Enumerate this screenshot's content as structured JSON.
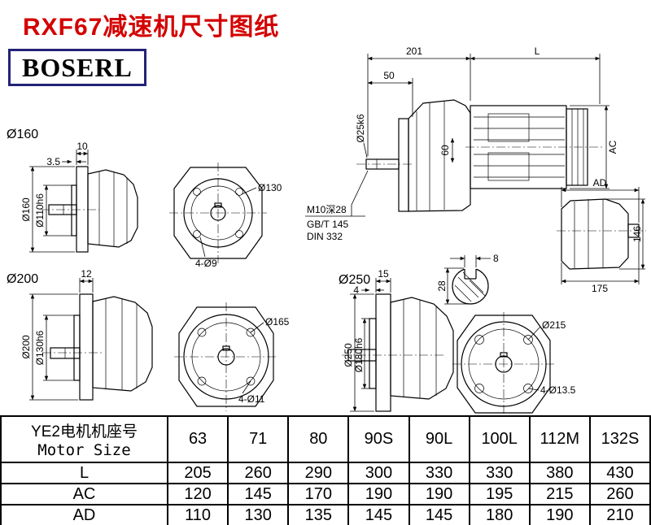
{
  "title": "RXF67减速机尺寸图纸",
  "logo": {
    "text": "BOSERL"
  },
  "colors": {
    "title_red": "#d40000",
    "logo_border": "#232377",
    "line": "#000000"
  },
  "views": {
    "v160": {
      "label": "Ø160",
      "flange_width": "10",
      "spigot_depth": "3.5",
      "outer_dia": "Ø160",
      "spigot_dia": "Ø110h6"
    },
    "front160": {
      "bolt_circle": "Ø130",
      "holes": "4-Ø9"
    },
    "assembly": {
      "len_front": "201",
      "len_motor": "L",
      "len_shaft": "50",
      "shaft_dia": "Ø25k6",
      "height_60": "60",
      "dim_ac": "AC",
      "thread_note": "M10深28",
      "std_gb": "GB/T 145",
      "std_din": "DIN 332"
    },
    "sideAD": {
      "dim_ad": "AD",
      "height": "146",
      "width": "175"
    },
    "v200": {
      "label": "Ø200",
      "flange_width": "12",
      "outer_dia": "Ø200",
      "spigot_dia": "Ø130h6"
    },
    "front200": {
      "bolt_circle": "Ø165",
      "holes": "4-Ø11"
    },
    "keyway": {
      "width": "8",
      "height": "28"
    },
    "v250": {
      "label": "Ø250",
      "flange_width": "15",
      "spigot_depth": "4",
      "outer_dia": "Ø250",
      "spigot_dia": "Ø180h6"
    },
    "front250": {
      "bolt_circle": "Ø215",
      "holes": "4-Ø13.5"
    }
  },
  "table": {
    "header_line1": "YE2电机机座号",
    "header_line2": "Motor Size",
    "columns": [
      "63",
      "71",
      "80",
      "90S",
      "90L",
      "100L",
      "112M",
      "132S"
    ],
    "rows": [
      {
        "label": "L",
        "values": [
          "205",
          "260",
          "290",
          "300",
          "330",
          "330",
          "380",
          "430"
        ]
      },
      {
        "label": "AC",
        "values": [
          "120",
          "145",
          "170",
          "190",
          "190",
          "195",
          "215",
          "260"
        ]
      },
      {
        "label": "AD",
        "values": [
          "110",
          "130",
          "135",
          "145",
          "145",
          "180",
          "190",
          "210"
        ]
      }
    ]
  }
}
